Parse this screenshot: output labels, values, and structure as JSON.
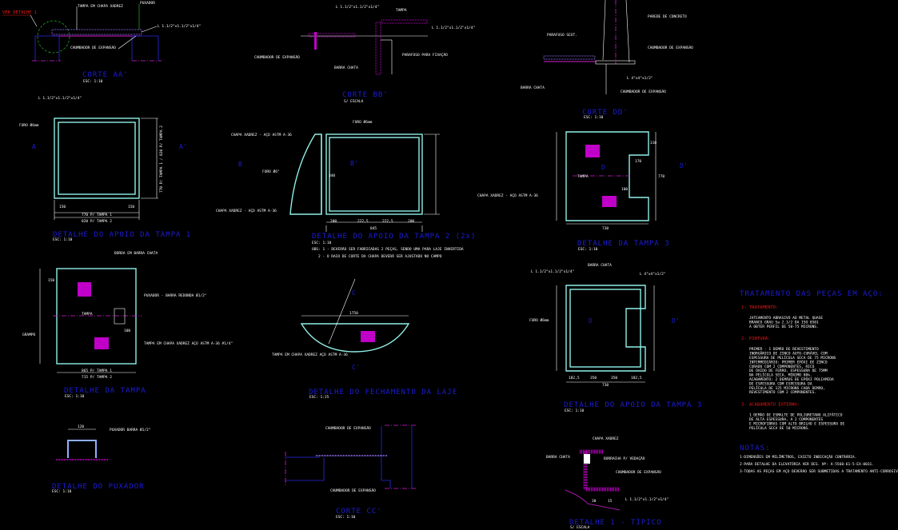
{
  "views": {
    "corte_aa": {
      "title": "CORTE AA'",
      "scale": "ESC: 1:10",
      "ref": "VER DETALHE 1",
      "l1": "TAMPA EM CHAPA XADREZ",
      "l2": "PUXADOR",
      "l3": "L 1.1/2\"x1.1/2\"x1/4\"",
      "l4": "CHUMBADOR DE EXPANSÃO"
    },
    "corte_bb": {
      "title": "CORTE BB'",
      "scale": "S/ ESCALA",
      "l1": "L 1.1/2\"x1.1/2\"x1/4\"",
      "l2": "TAMPA",
      "l3": "CHUMBADOR DE EXPANSÃO",
      "l4": "BARRA CHATA",
      "l5": "PARAFUSO PARA FIXAÇÃO"
    },
    "corte_dd": {
      "title": "CORTE DD'",
      "scale": "ESC: 1:10",
      "l1": "PAREDE DE CONCRETO",
      "l2": "PARAFUSO SEXT.",
      "l3": "CHUMBADOR DE EXPANSÃO",
      "l4": "L 4\"x4\"x1/2\"",
      "l5": "BARRA CHATA",
      "l6": "CHUMBADOR DE EXPANSÃO"
    },
    "apoio_tampa_1": {
      "title": "DETALHE DO APOIO DA TAMPA 1",
      "scale": "ESC: 1:10",
      "l1": "L 1.1/2\"x1.1/2\"x1/4\"",
      "l2": "FURO Ø6mm",
      "dim1": "770 P/ TAMPA 1",
      "dim2": "820 P/ TAMPA 2",
      "sec_a": "A",
      "sec_a2": "A'",
      "d150a": "150",
      "d150b": "150",
      "vdim": "770 P/ TAMPA 1 / 820 P/ TAMPA 2"
    },
    "apoio_tampa_2": {
      "title": "DETALHE DO APOIO DA TAMPA 2 (2x)",
      "scale": "ESC: 1:10",
      "l1": "CHAPA XADREZ - AÇO ASTM A-36",
      "l2": "FURO Ø6mm",
      "l3": "FURO Ø6\"",
      "l4": "CHAPA XADREZ - AÇO ASTM A-36",
      "sec_b": "B",
      "sec_b2": "B'",
      "dims": [
        "200",
        "222,5",
        "222,5",
        "200"
      ],
      "total": "845",
      "d340": "340",
      "obs1": "OBS: 1 - DEVERÃO SER FABRICADAS 2 PEÇAS, SENDO UMA PARA LAJE INVERTIDA",
      "obs2": "2 - O RAIO DE CORTE DA CHAPA DEVERÁ SER AJUSTADO NO CAMPO"
    },
    "tampa_3": {
      "title": "DETALHE DA TAMPA 3",
      "scale": "ESC: 1:10",
      "l1": "CHAPA XADREZ - AÇO ASTM A-36",
      "tampa": "TAMPA",
      "sec_d": "D",
      "sec_d2": "D'",
      "d730": "730",
      "d770": "770",
      "d170": "170",
      "d100": "100",
      "d310": "310"
    },
    "tampa": {
      "title": "DETALHE DA TAMPA",
      "scale": "ESC: 1:10",
      "l1": "BORDA EM BARRA CHATA",
      "l2": "PUXADOR - BARRA REDONDA Ø1/2\"",
      "l3": "TAMPA EM CHAPA XADREZ AÇO ASTM A-36 #1/4\"",
      "l4": "GRAMPO",
      "tampa": "TAMPA",
      "dim1": "865 P/ TAMPA 1",
      "dim2": "715 P/ TAMPA 2",
      "d150": "150",
      "d100": "100"
    },
    "fechamento_laje": {
      "title": "DETALHE DO FECHAMENTO DA LAJE",
      "scale": "ESC: 1:25",
      "l1": "TAMPA EM CHAPA XADREZ AÇO ASTM A-36",
      "d1750": "1750",
      "sec_c": "C",
      "sec_c2": "C'"
    },
    "puxador": {
      "title": "DETALHE DO PUXADOR",
      "scale": "ESC: 1:10",
      "l1": "PUXADOR BARRA Ø1/2\"",
      "d120": "120"
    },
    "corte_cc": {
      "title": "CORTE CC'",
      "scale": "ESC: 1:10",
      "l1": "CHUMBADOR DE EXPANSÃO",
      "l2": "CHUMBADOR DE EXPANSÃO"
    },
    "apoio_tampa_3": {
      "title": "DETALHE DO APOIO DA TAMPA 3",
      "scale": "ESC: 1:10",
      "l1": "L 1.1/2\"x1.1/2\"x1/4\"",
      "l2": "BARRA CHATA",
      "l3": "L 4\"x4\"x1/2\"",
      "l4": "FURO Ø6mm",
      "dims": [
        "182,5",
        "350",
        "350",
        "182,5"
      ],
      "total": "730",
      "sec_d": "D",
      "sec_d2": "D'"
    },
    "detalhe_1": {
      "title": "DETALHE 1 - TÍPICO",
      "scale": "S/ ESCALA",
      "l1": "CHAPA XADREZ",
      "l2": "BARRA CHATA",
      "l3": "BORRACHA P/ VEDAÇÃO",
      "l4": "CHUMBADOR DE EXPANSÃO",
      "l5": "L 1.1/2\"x1.1/2\"x1/4\"",
      "d30": "30",
      "d15": "15"
    }
  },
  "treatment": {
    "title": "TRATAMENTO DAS PEÇAS EM AÇO:",
    "items": [
      {
        "head": "1- TRATAMENTO:",
        "lines": [
          "JATEAMENTO ABRASIVO AO METAL QUASE",
          "BRANCO GRAU Sa 2.1/2 DA ISO 8501",
          "A OBTER PERFIL DE 50-75 MICRONS."
        ]
      },
      {
        "head": "2- PINTURA:",
        "lines": [
          "PRIMER - 1 DEMÃO DE REVESTIMENTO",
          "INORGÂNICO DE ZINCO AUTO-CURÁVEL COM",
          "ESPESSURA DE PELÍCULA SECA DE 75 MICRONS",
          "INTERMEDIÁRIO: PRIMER EPÓXI DE ZINCO",
          "CURADO COM 2 COMPONENTES, RICO",
          "DE ÓXIDO DE FERRO, ESPESSURA DE 75MM",
          "NA PELÍCULA SECA, MÍNIMO 80%.",
          "ACABAMENTO: 2 DEMÃOS DE EPÓXI POLIAMIDA",
          "DE ESPESSURA COM ESPESSURA DA",
          "PELÍCULA DE 125 MICRONS CADA DEMÃO,",
          "REVESTIMENTO COM 2 COMPONENTES."
        ]
      },
      {
        "head": "3- ACABAMENTO EXTERNO:",
        "lines": [
          "1 DEMÃO DE ESMALTE DE POLIURETANO ALIFÁTICO",
          "DE ALTA ESPESSURA, A 2 COMPONENTES",
          "E MICROFIBRAS COM ALTO BRILHO E ESPESSURA DE",
          "PELÍCULA SECA DE 50 MICRONS."
        ]
      }
    ]
  },
  "notes": {
    "title": "NOTAS:",
    "items": [
      "1-DIMENSÕES EM MILÍMETROS, EXCETO INDICAÇÃO CONTRÁRIA.",
      "2-PARA DETALHE DA ELEVATÓRIA VER DES. Nº: A-5560-61-5-EX-0031.",
      "3-TODAS AS PEÇAS EM AÇO DEVERÃO SER SUBMETIDAS A TRATAMENTO ANTI-CORROSIVO."
    ]
  },
  "colors": {
    "background": "#000000",
    "title": "#1c1cd8",
    "outline": "#8ff0e8",
    "hatch": "#c000c8",
    "leader": "#2fd02f",
    "warning": "#e01818"
  }
}
